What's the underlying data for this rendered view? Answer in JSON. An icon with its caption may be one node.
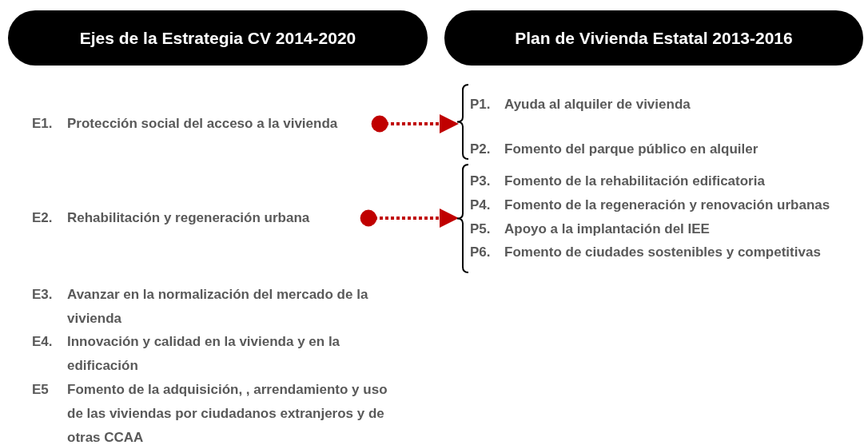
{
  "diagram": {
    "nodes": [
      {
        "text": [
          "Ejes de la Estrategia CV 2014-2020"
        ]
      },
      {
        "text": [
          "Plan de Vivienda Estatal 2013-2016"
        ]
      },
      {
        "text": [
          "E1.",
          "Protección social del acceso a la vivienda"
        ]
      },
      {
        "text": [
          "E2.",
          "Rehabilitación y regeneración urbana"
        ]
      },
      {
        "text": [
          "E3.",
          "Avanzar en la normalización del mercado de la vivienda"
        ]
      },
      {
        "text": [
          "E4.",
          "Innovación y calidad en la vivienda y en la edificación"
        ]
      },
      {
        "text": [
          "E5",
          "Fomento de la adquisición, , arrendamiento y uso de las viviendas por ciudadanos extranjeros y de otras CCAA"
        ]
      },
      {
        "text": [],
        "shape": "bracket"
      },
      {
        "text": [
          "P1.",
          "Ayuda al alquiler de vivienda"
        ],
        "in": 7
      },
      {
        "text": [
          "P2.",
          "Fomento del parque público en alquiler"
        ],
        "in": 7
      },
      {
        "text": [],
        "shape": "bracket"
      },
      {
        "text": [
          "P3.",
          "Fomento de la rehabilitación edificatoria"
        ],
        "in": 10
      },
      {
        "text": [
          "P4.",
          "Fomento de la regeneración y renovación urbanas"
        ],
        "in": 10
      },
      {
        "text": [
          "P5.",
          "Apoyo a la implantación del IEE"
        ],
        "in": 10
      },
      {
        "text": [
          "P6.",
          "Fomento de ciudades sostenibles y competitivas"
        ],
        "in": 10
      }
    ],
    "edges": [
      {
        "from": 2,
        "to": 7,
        "arrow": "to",
        "style": "dashed",
        "color": "#c00000"
      },
      {
        "from": 3,
        "to": 10,
        "arrow": "to",
        "style": "dashed",
        "color": "#c00000"
      }
    ]
  }
}
